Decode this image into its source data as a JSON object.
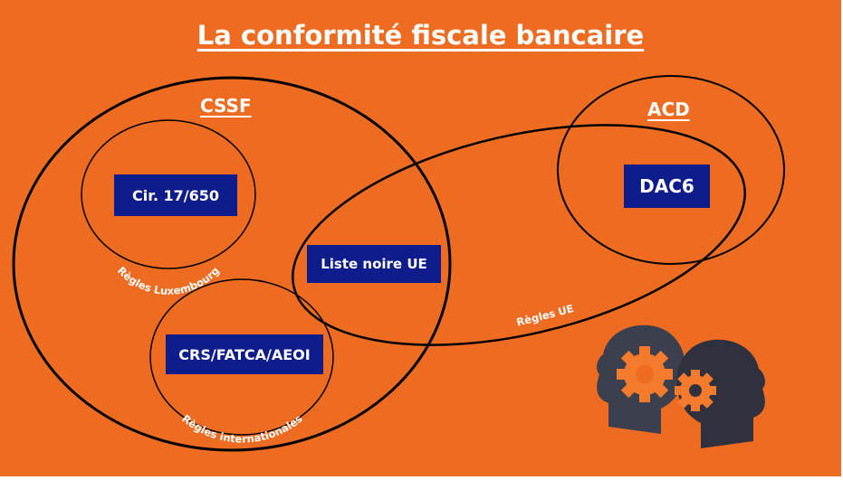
{
  "title": "La conformité fiscale bancaire",
  "sets": {
    "cssf": {
      "label": "CSSF"
    },
    "acd": {
      "label": "ACD"
    },
    "eu_rules": {
      "label": "Règles UE"
    },
    "lux_rules": {
      "label": "Règles Luxembourg"
    },
    "intl_rules": {
      "label": "Règles internationales"
    }
  },
  "items": {
    "circular": "Cir. 17/650",
    "dac6": "DAC6",
    "eu_blacklist": "Liste noire UE",
    "crs": "CRS/FATCA/AEOI"
  },
  "colors": {
    "background": "#ee6c22",
    "box": "#0f1d8c",
    "text": "#ffffff",
    "outline": "#000000",
    "gear": "#f47a2d",
    "head": "#3c3f4d"
  },
  "icons": {
    "decoration": "gear-heads-icon"
  }
}
